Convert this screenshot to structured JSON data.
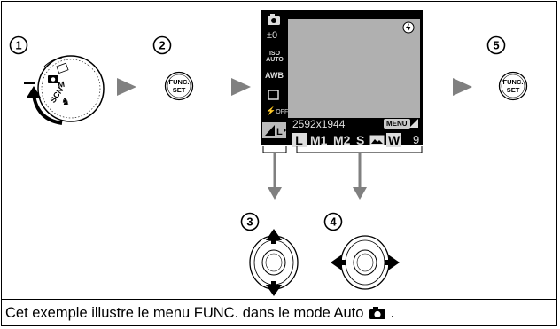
{
  "steps": {
    "step1": "①",
    "step2": "②",
    "step3": "③",
    "step4": "④",
    "step5": "⑤"
  },
  "func_button": {
    "line1": "FUNC.",
    "line2": "SET"
  },
  "mode_dial": {
    "scn": "SCN"
  },
  "lcd": {
    "resolution": "2592x1944",
    "menu_badge": "MENU",
    "remaining_shots": "9",
    "side_icons": [
      "camera-icon",
      "exposure-compensation-icon",
      "iso-auto-icon",
      "white-balance-auto-icon",
      "drive-mode-icon",
      "flash-off-icon",
      "resolution-icon"
    ],
    "side_labels": {
      "exposure": "±0",
      "iso": "ISO AUTO",
      "wb": "AWB",
      "flash": "OFF"
    },
    "size_options": [
      "L",
      "M1",
      "M2",
      "S",
      "postcard-icon",
      "W"
    ]
  },
  "caption": {
    "text": "Cet exemple illustre le menu FUNC. dans le mode Auto",
    "suffix": "."
  },
  "colors": {
    "lcd_bg": "#000000",
    "lcd_view": "#b0b0b0",
    "arrow": "#808080",
    "outline": "#000000"
  }
}
